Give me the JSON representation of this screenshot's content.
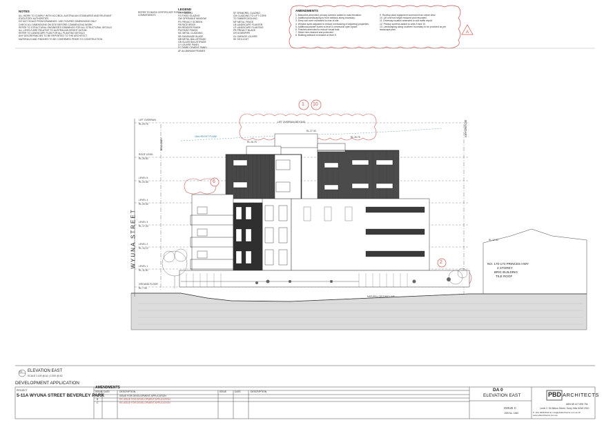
{
  "notes": {
    "title": "NOTES",
    "items": [
      "ALL WORK TO COMPLY WITH NCC/BCA, AUSTRALIAN STANDARDS AND RELEVANT STATUTORY AUTHORITIES",
      "DO NOT SCALE FROM DRAWINGS. USE FIGURED DIMENSIONS ONLY",
      "CHECK ALL DIMENSIONS ON SITE BEFORE COMMENCING WORK",
      "REFER TO STRUCTURAL ENGINEER'S DRAWINGS FOR ALL STRUCTURAL DETAILS",
      "ALL LEVELS ARE RELATIVE TO AUSTRALIAN HEIGHT DATUM",
      "REFER TO LANDSCAPE PLAN FOR ALL PLANTING DETAILS",
      "ANY DISCREPANCIES TO BE REPORTED TO THE ARCHITECT",
      "MATERIALS AND FINISHES TO BE CONFIRMED PRIOR TO CONSTRUCTION"
    ],
    "extra": "REFER TO BASIX CERTIFICATE FOR ALL BASIX COMMITMENTS"
  },
  "legend": {
    "title": "LEGEND",
    "col1": [
      "FR  FRAMING",
      "FG  FIXED GLAZING",
      "OW  OPERABLE WINDOW",
      "PS  PRIVACY SCREEN",
      "FB  FACE BRICK",
      "RN  RENDER FINISH",
      "PW  PAINT FINISH",
      "MC  METAL CLADDING",
      "SB  SUNSHADE BLADE",
      "MB  METAL BALUSTRADE",
      "GB  GLASS BALUSTRADE",
      "LV  LOUVRE PANEL",
      "FC  FIBRE CEMENT PANEL",
      "AF  ALUMINIUM FRAMES"
    ],
    "col2": [
      "SF  SPANDREL GLAZING",
      "CM  CLADDING TO LIFT CORE",
      "TD  TIMBER DECKING",
      "MF  METAL FENCE",
      "LB  LANDSCAPE PLANTER",
      "LP  LANDSCAPE PLANTING",
      "PB  PRIVACY BLADE",
      "DR  DOWNPIPE",
      "GL  GARAGE LOUVRE",
      "SK  SKYLIGHT"
    ]
  },
  "amendments_box": {
    "title": "AMENDMENTS",
    "left": [
      "1.  Balconies amended, privacy screens added to east elevation.",
      "2.  Additional landscaping to front setback along boundary.",
      "3.  Deep soil zone increased to rear of site.",
      "4.  Window sizes adjusted to reduce overlooking of adjoining properties.",
      "5.  Additional planter boxes to level 4 communal open space.",
      "6.  Finishes amended to reduce visual bulk.",
      "7.  Street tree retained and protected.",
      "8.  Building setback increased at level 5."
    ],
    "right": [
      "9.  Rooftop plant equipment screened from street view.",
      "10. Lift overrun height reduced and relocated.",
      "11. Driveway location amended to suit traffic report.",
      "12. Privacy screens added to units 9 and 10.",
      "13. Landscaping along southern boundary to be provided as per landscape plan."
    ]
  },
  "clouds": {
    "c1": "1",
    "c10": "10",
    "c6": "6",
    "c2": "2"
  },
  "levels": [
    {
      "label": "LIFT OVERRUN",
      "rl": "RL 29.75"
    },
    {
      "label": "ROOF LEVEL",
      "rl": "RL 26.50"
    },
    {
      "label": "LEVEL 5",
      "rl": "RL 23.40"
    },
    {
      "label": "LEVEL 4",
      "rl": "RL 20.30"
    },
    {
      "label": "LEVEL 3",
      "rl": "RL 17.20"
    },
    {
      "label": "LEVEL 2",
      "rl": "RL 14.10"
    },
    {
      "label": "LEVEL 1",
      "rl": "RL 11.00"
    },
    {
      "label": "GROUND FLOOR",
      "rl": "RL 7.90"
    }
  ],
  "street": "WYUNA STREET",
  "boundary_left": "BOUNDARY",
  "boundary_right": "BOUNDARY",
  "height_plane": "18m HEIGHT PLANE",
  "lift_overrun": "LIFT OVERRUN BEYOND",
  "neighbour": {
    "l1": "NO. 170-174 PRINCES HWY",
    "l2": "2 STOREY",
    "l3": "BRIC  BUILDING",
    "l4": "TILE ROOF"
  },
  "ground_note": "NATURAL GROUND LINE",
  "rl_labels": {
    "a": "RL 26.75",
    "b": "RL 27.40",
    "c": "RL 26.75",
    "d": "RL 12.30"
  },
  "view": {
    "number": "01",
    "title": "ELEVATION EAST",
    "scale": "SCALE 1:100 @ A1 | 1:200 @ A3"
  },
  "title_block": {
    "application": "DEVELOPMENT APPLICATION",
    "project_label": "PROJECT",
    "project": "5-11A WYUNA STREET BEVERLEY PARK",
    "amend_title": "AMENDMENTS",
    "cols": {
      "issue": "ISSUE",
      "date": "DATE",
      "desc": "DESCRIPTION"
    },
    "rows": [
      {
        "issue": "A",
        "date": "",
        "desc": "ISSUE FOR DEVELOPMENT APPLICATION"
      },
      {
        "issue": "B",
        "date": "",
        "desc": "RE-ISSUE FOR DEVELOPMENT APPLICATION"
      },
      {
        "issue": "C",
        "date": "",
        "desc": "RE-ISSUE FOR DEVELOPMENT APPLICATION"
      }
    ],
    "drawing_no": "DA  0",
    "drawing_title": "ELEVATION EAST",
    "issue": "ISSUE  C",
    "job": "JOB No. 1840",
    "firm_logo": "PBD",
    "firm_name": "ARCHITECTS",
    "abn": "ABN 68 147 598 754",
    "address": "Level 2, 52 Albion Street, Surry Hills NSW 2010",
    "contact": "P: (02) 9698 8140   E: info@pbdarchitects.com.au   W: www.pbdarchitects.com.au"
  },
  "colors": {
    "cloud": "#c9574f",
    "dark": "#3a3a3a",
    "line": "#444",
    "ground": "#d8d8d8"
  }
}
